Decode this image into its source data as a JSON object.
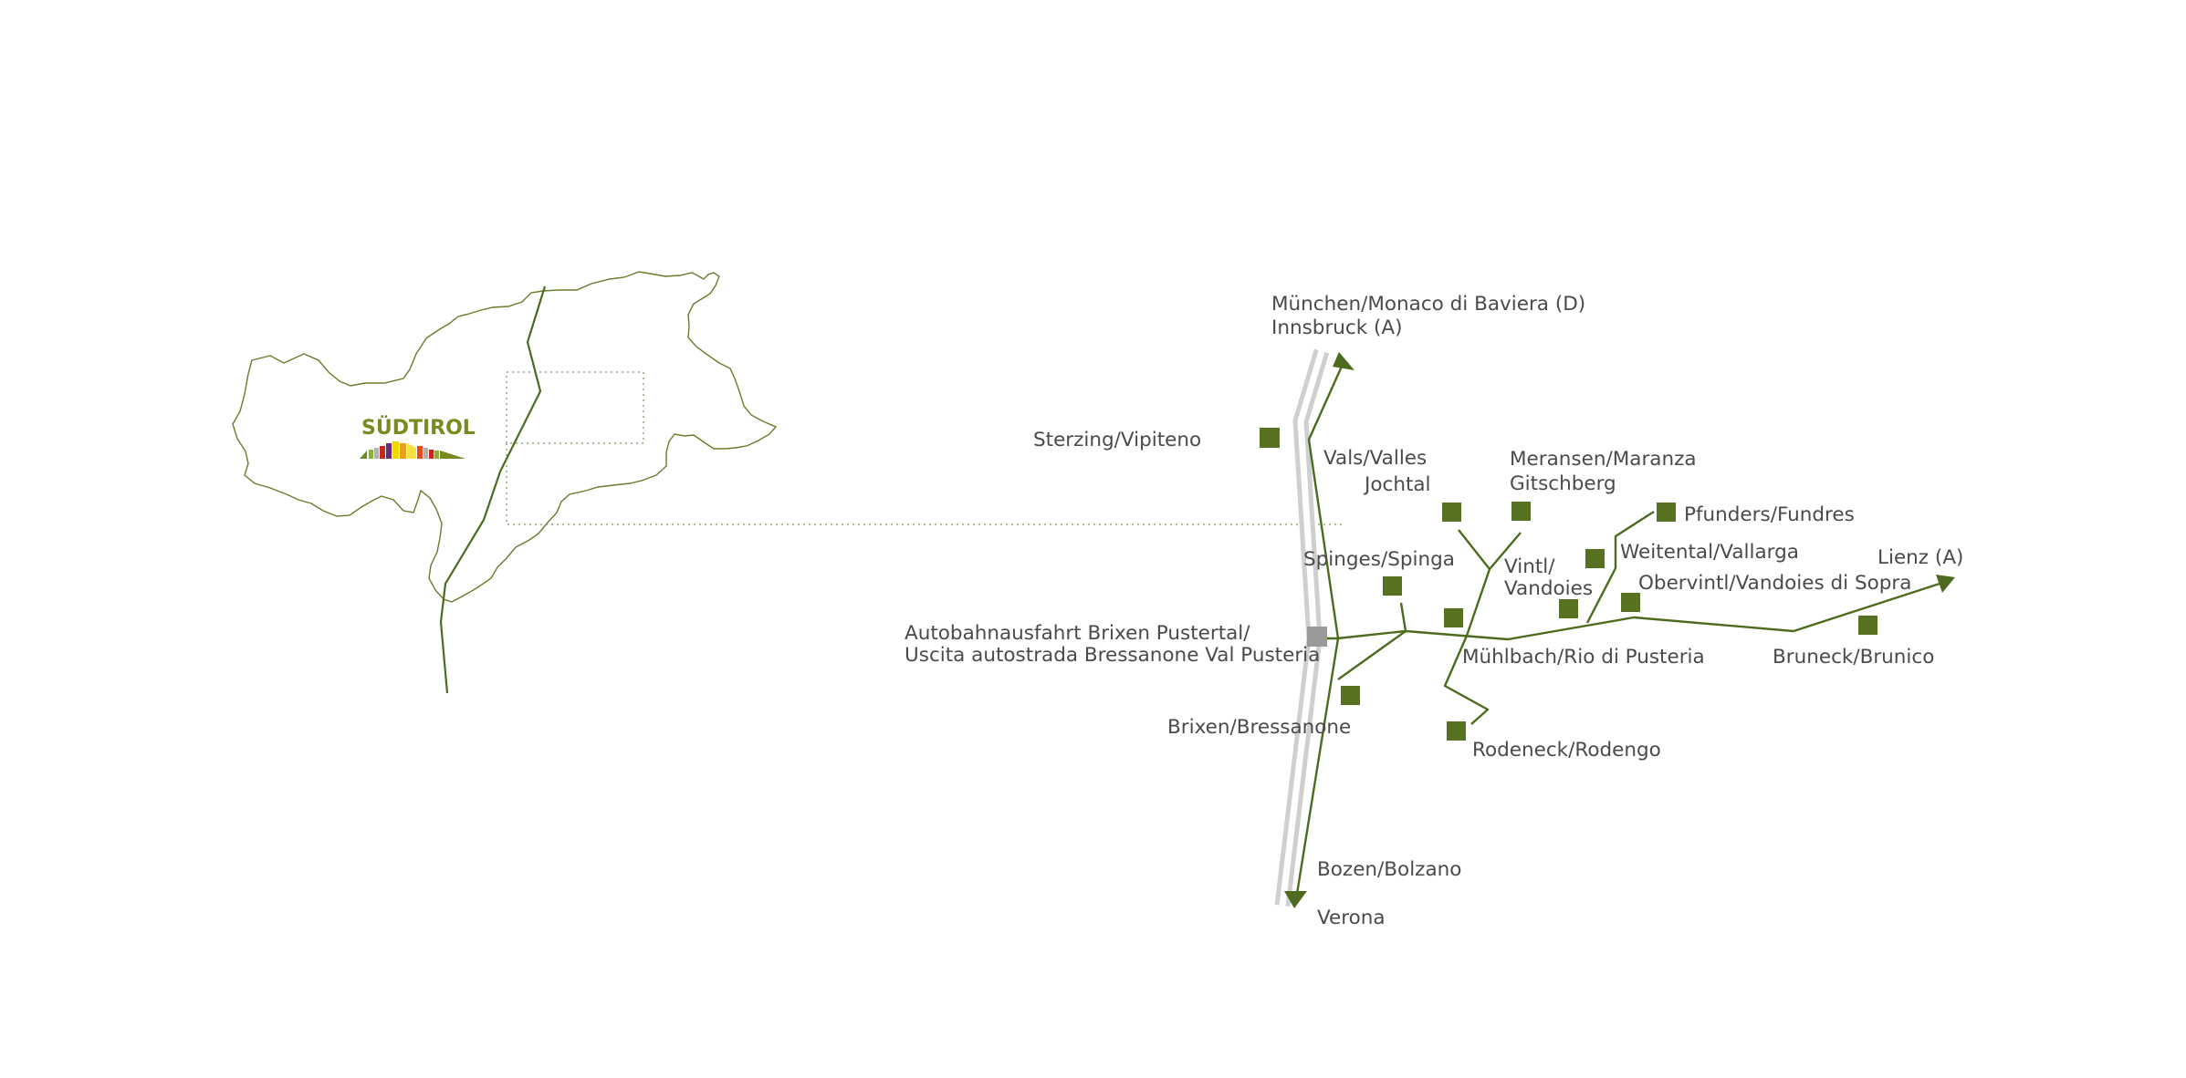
{
  "colors": {
    "route": "#4d6b1e",
    "marker": "#56711f",
    "highway": "#cfcfcf",
    "exit_marker": "#9a9a9a",
    "label": "#4a4a4a",
    "outline": "#6b7a2a"
  },
  "logo": {
    "text": "SÜDTIROL",
    "icon": "suedtirol-logo"
  },
  "destinations": {
    "north_line1": "München/Monaco di Baviera (D)",
    "north_line2": "Innsbruck (A)",
    "south_line1": "Bozen/Bolzano",
    "south_line2": "Verona",
    "east": "Lienz (A)"
  },
  "exit": {
    "line1": "Autobahnausfahrt Brixen Pustertal/",
    "line2": "Uscita autostrada Bressanone Val Pusteria"
  },
  "places": {
    "sterzing": "Sterzing/Vipiteno",
    "vals": "Vals/Valles",
    "jochtal": "Jochtal",
    "meransen_line1": "Meransen/Maranza",
    "meransen_line2": "Gitschberg",
    "pfunders": "Pfunders/Fundres",
    "weitental": "Weitental/Vallarga",
    "spinges": "Spinges/Spinga",
    "vintl_line1": "Vintl/",
    "vintl_line2": "Vandoies",
    "obervintl": "Obervintl/Vandoies di Sopra",
    "muehlbach": "Mühlbach/Rio di Pusteria",
    "bruneck": "Bruneck/Brunico",
    "brixen": "Brixen/Bressanone",
    "rodeneck": "Rodeneck/Rodengo"
  }
}
